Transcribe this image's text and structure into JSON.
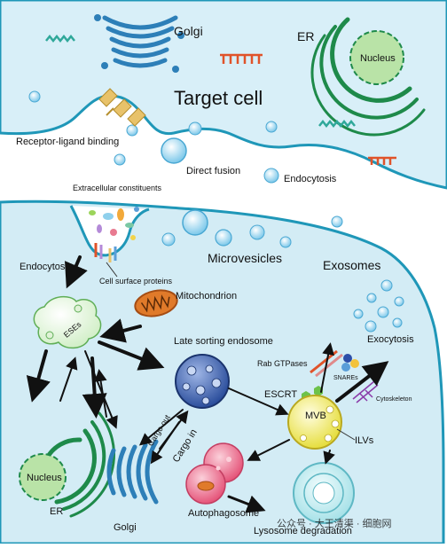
{
  "labels": {
    "golgi_top": "Golgi",
    "er_top": "ER",
    "nucleus_top": "Nucleus",
    "target_cell": "Target cell",
    "receptor_ligand": "Receptor-ligand binding",
    "direct_fusion": "Direct fusion",
    "endocytosis_top": "Endocytosis",
    "extracellular": "Extracellular constituents",
    "microvesicles": "Microvesicles",
    "exosomes": "Exosomes",
    "endocytosis_left": "Endocytosis",
    "cell_surface_proteins": "Cell surface proteins",
    "mitochondrion": "Mitochondrion",
    "eses": "ESEs",
    "late_sorting": "Late sorting endosome",
    "exocytosis": "Exocytosis",
    "rab_gtpases": "Rab GTPases",
    "snares": "SNAREs",
    "escrt": "ESCRT",
    "cytoskeleton": "Cytoskeleton",
    "cargo_out": "Cargo out",
    "cargo_in": "Cargo in",
    "mvb": "MVB",
    "ilvs": "ILVs",
    "nucleus_bottom": "Nucleus",
    "er_bottom": "ER",
    "golgi_bottom": "Golgi",
    "autophagosome": "Autophagosome",
    "lysosome_degradation": "Lysosome degradation",
    "watermark": "公众号 · 大王清渠 · 细胞网"
  },
  "colors": {
    "target_cell_bg": "#d8eff8",
    "producer_cell_bg": "#d3ecf5",
    "membrane": "#1f97b8",
    "vesicle": "#8fd0ec",
    "golgi": "#2d7fb8",
    "er": "#1e8a4a",
    "nucleus": "#b9e3a7",
    "mitochondrion": "#e07a2a",
    "receptor": "#e8c26a",
    "rna_teal": "#2fa89a",
    "rna_orange": "#e0532a",
    "ese": "#dff2d6",
    "late_endosome": "#3c62b2",
    "mvb": "#f3ef7a",
    "autophagosome": "#ef6a86",
    "lysosome": "#bde9ec"
  }
}
